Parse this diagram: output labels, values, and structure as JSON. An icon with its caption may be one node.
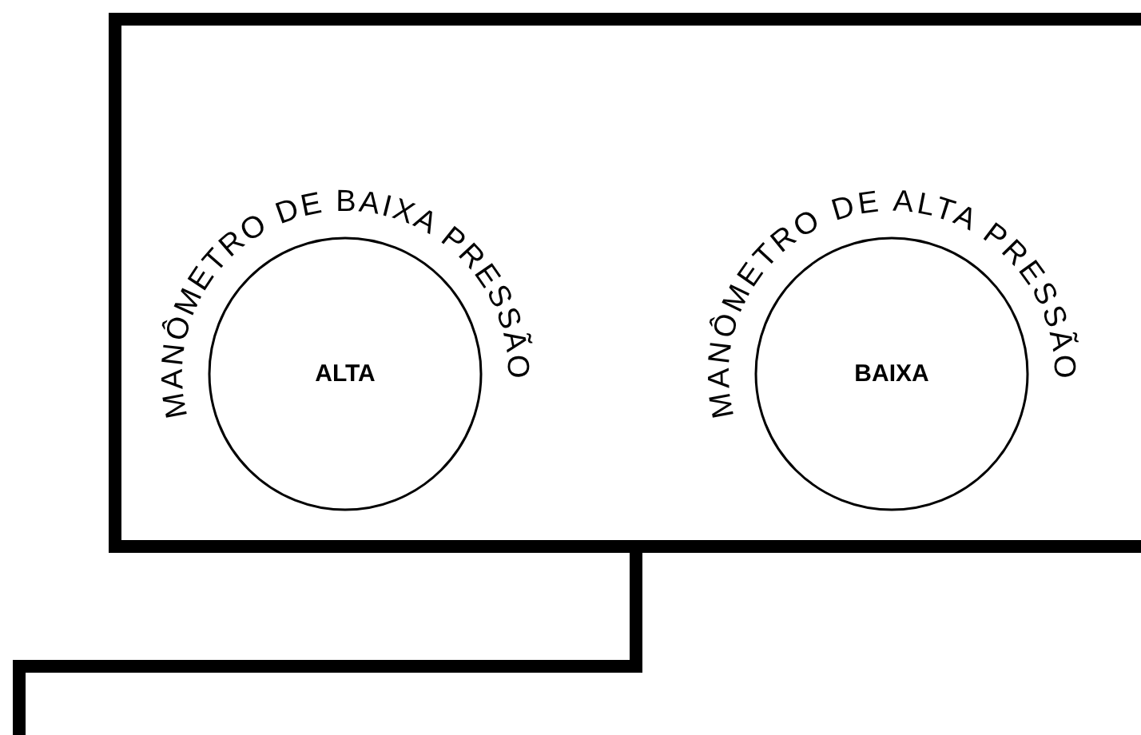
{
  "diagram": {
    "nodes": [
      {
        "text": [],
        "shape": "box"
      },
      {
        "text": [
          "MANÔMETRO DE BAIXA PRESSÃO",
          "ALTA"
        ],
        "in": 0
      },
      {
        "text": [
          "MANÔMETRO DE ALTA PRESSÃO",
          "BAIXA"
        ],
        "in": 0
      },
      {
        "text": [],
        "shape": "box"
      }
    ],
    "edges": [
      {
        "from": 0,
        "to": 3,
        "arrow": "none"
      }
    ]
  }
}
